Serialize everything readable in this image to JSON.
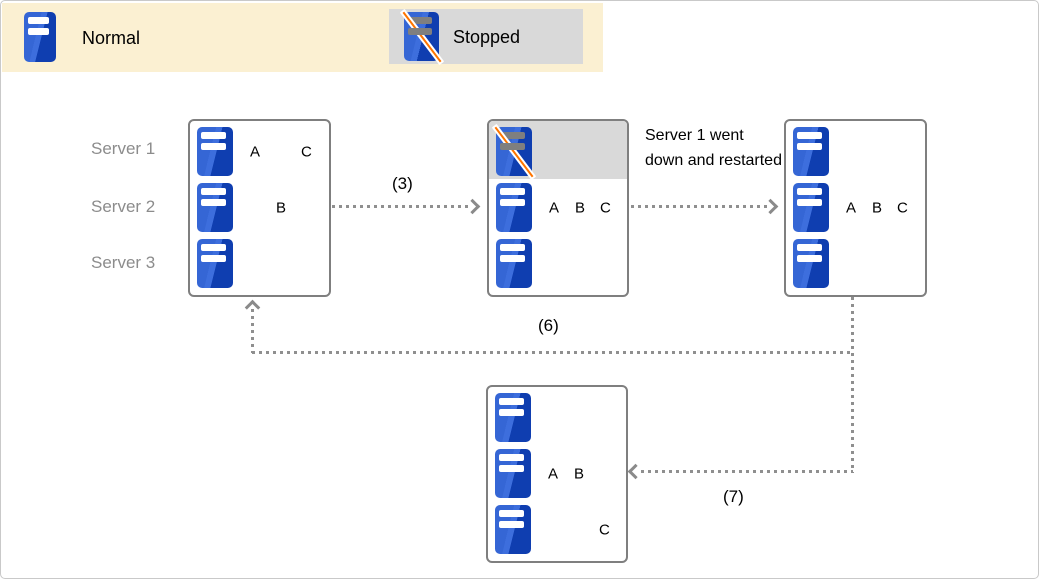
{
  "legend": {
    "normal_label": "Normal",
    "stopped_label": "Stopped"
  },
  "server_labels": [
    "Server 1",
    "Server 2",
    "Server 3"
  ],
  "boxes": {
    "initial": {
      "rows": [
        {
          "s1": "A",
          "s3": "C"
        },
        {
          "s2": "B"
        },
        {}
      ]
    },
    "stopped": {
      "rows": [
        {},
        {
          "s1": "A",
          "s2": "B",
          "s3": "C"
        },
        {}
      ]
    },
    "restarted": {
      "rows": [
        {},
        {
          "s1": "A",
          "s2": "B",
          "s3": "C"
        },
        {}
      ]
    },
    "failover": {
      "rows": [
        {},
        {
          "s1": "A",
          "s2": "B"
        },
        {
          "s3": "C"
        }
      ]
    }
  },
  "annotations": {
    "restart_note": "Server 1 went down and restarted",
    "arrow3_label": "(3)",
    "arrow6_label": "(6)",
    "arrow7_label": "(7)"
  },
  "colors": {
    "legend_background": "#fbf0d2",
    "stopped_background": "#d9d9d9",
    "server_blue_light": "#3d6edd",
    "server_blue_dark": "#0f3eb0",
    "slash_orange": "#ff7500",
    "box_border_gray": "#7f7f7f",
    "arrow_gray": "#8f8f8f",
    "label_gray": "#8c8c8c"
  }
}
